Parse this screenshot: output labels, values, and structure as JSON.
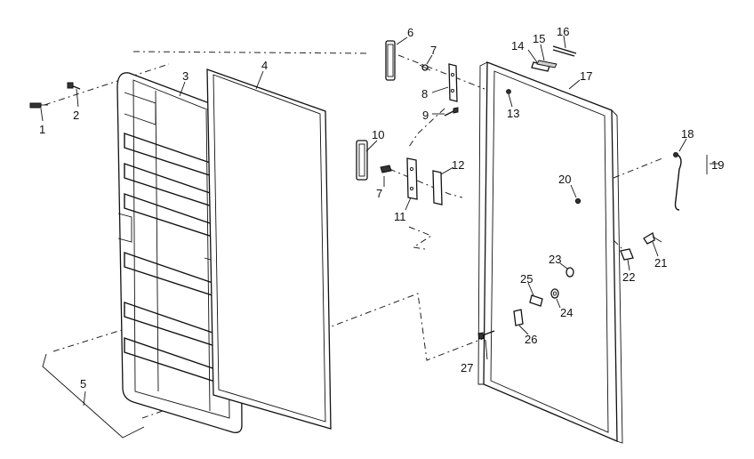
{
  "callouts": [
    {
      "id": "p1",
      "text": "1"
    },
    {
      "id": "p2",
      "text": "2"
    },
    {
      "id": "p3",
      "text": "3"
    },
    {
      "id": "p4",
      "text": "4"
    },
    {
      "id": "p5",
      "text": "5"
    },
    {
      "id": "p6",
      "text": "6"
    },
    {
      "id": "p7a",
      "text": "7"
    },
    {
      "id": "p7b",
      "text": "7"
    },
    {
      "id": "p8",
      "text": "8"
    },
    {
      "id": "p9",
      "text": "9"
    },
    {
      "id": "p10",
      "text": "10"
    },
    {
      "id": "p11",
      "text": "11"
    },
    {
      "id": "p12",
      "text": "12"
    },
    {
      "id": "p13",
      "text": "13"
    },
    {
      "id": "p14",
      "text": "14"
    },
    {
      "id": "p15",
      "text": "15"
    },
    {
      "id": "p16",
      "text": "16"
    },
    {
      "id": "p17",
      "text": "17"
    },
    {
      "id": "p18",
      "text": "18"
    },
    {
      "id": "p19",
      "text": "19"
    },
    {
      "id": "p20",
      "text": "20"
    },
    {
      "id": "p21",
      "text": "21"
    },
    {
      "id": "p22",
      "text": "22"
    },
    {
      "id": "p23",
      "text": "23"
    },
    {
      "id": "p24",
      "text": "24"
    },
    {
      "id": "p25",
      "text": "25"
    },
    {
      "id": "p26",
      "text": "26"
    },
    {
      "id": "p27",
      "text": "27"
    }
  ]
}
